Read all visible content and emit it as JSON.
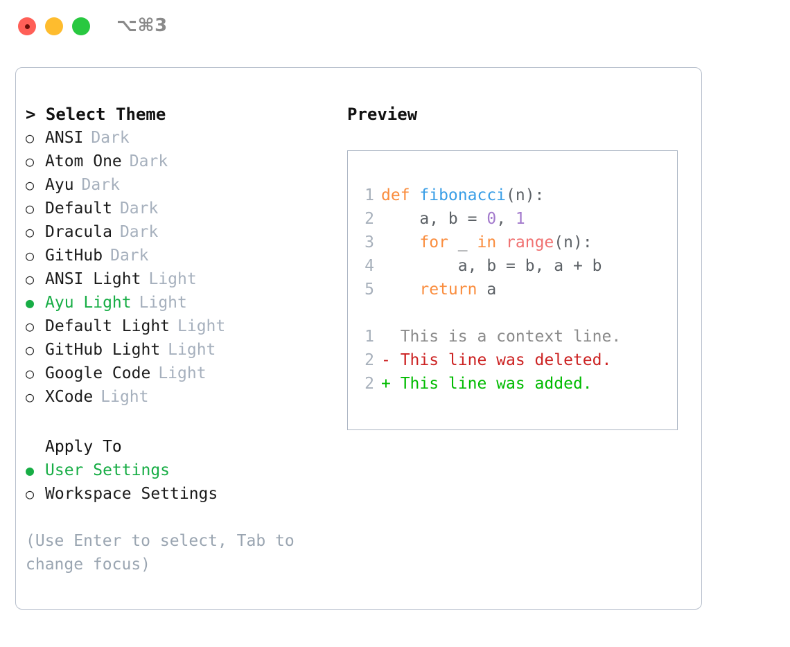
{
  "titlebar": {
    "shortcut": "⌥⌘3",
    "buttons": [
      {
        "name": "close",
        "color": "#ff5f57"
      },
      {
        "name": "minimize",
        "color": "#febc2e"
      },
      {
        "name": "maximize",
        "color": "#28c840"
      }
    ]
  },
  "theme_list": {
    "header": "> Select Theme",
    "items": [
      {
        "marker": "○",
        "label": "ANSI",
        "suffix": "Dark",
        "selected": false
      },
      {
        "marker": "○",
        "label": "Atom One",
        "suffix": "Dark",
        "selected": false
      },
      {
        "marker": "○",
        "label": "Ayu",
        "suffix": "Dark",
        "selected": false
      },
      {
        "marker": "○",
        "label": "Default",
        "suffix": "Dark",
        "selected": false
      },
      {
        "marker": "○",
        "label": "Dracula",
        "suffix": "Dark",
        "selected": false
      },
      {
        "marker": "○",
        "label": "GitHub",
        "suffix": "Dark",
        "selected": false
      },
      {
        "marker": "○",
        "label": "ANSI Light",
        "suffix": "Light",
        "selected": false
      },
      {
        "marker": "●",
        "label": "Ayu Light",
        "suffix": "Light",
        "selected": true
      },
      {
        "marker": "○",
        "label": "Default Light",
        "suffix": "Light",
        "selected": false
      },
      {
        "marker": "○",
        "label": "GitHub Light",
        "suffix": "Light",
        "selected": false
      },
      {
        "marker": "○",
        "label": "Google Code",
        "suffix": "Light",
        "selected": false
      },
      {
        "marker": "○",
        "label": "XCode",
        "suffix": "Light",
        "selected": false
      }
    ]
  },
  "apply_to": {
    "header": "Apply To",
    "items": [
      {
        "marker": "●",
        "label": "User Settings",
        "selected": true
      },
      {
        "marker": "○",
        "label": "Workspace Settings",
        "selected": false
      }
    ]
  },
  "hint": "(Use Enter to select, Tab to change focus)",
  "preview": {
    "title": "Preview",
    "code_lines": [
      {
        "no": "1",
        "tokens": [
          {
            "t": "def ",
            "c": "kw"
          },
          {
            "t": "fibonacci",
            "c": "fn"
          },
          {
            "t": "(n):",
            "c": "punc"
          }
        ]
      },
      {
        "no": "2",
        "tokens": [
          {
            "t": "    a, b = ",
            "c": "txt"
          },
          {
            "t": "0",
            "c": "num"
          },
          {
            "t": ", ",
            "c": "txt"
          },
          {
            "t": "1",
            "c": "num"
          }
        ]
      },
      {
        "no": "3",
        "tokens": [
          {
            "t": "    ",
            "c": "txt"
          },
          {
            "t": "for",
            "c": "kw"
          },
          {
            "t": " _ ",
            "c": "txt"
          },
          {
            "t": "in",
            "c": "kw"
          },
          {
            "t": " ",
            "c": "txt"
          },
          {
            "t": "range",
            "c": "call"
          },
          {
            "t": "(n):",
            "c": "punc"
          }
        ]
      },
      {
        "no": "4",
        "tokens": [
          {
            "t": "        a, b = b, a + b",
            "c": "txt"
          }
        ]
      },
      {
        "no": "5",
        "tokens": [
          {
            "t": "    ",
            "c": "txt"
          },
          {
            "t": "return",
            "c": "kw"
          },
          {
            "t": " a",
            "c": "txt"
          }
        ]
      }
    ],
    "diff_lines": [
      {
        "no": "1",
        "kind": "ctx",
        "text": "  This is a context line."
      },
      {
        "no": "2",
        "kind": "del",
        "text": "- This line was deleted."
      },
      {
        "no": "2",
        "kind": "add",
        "text": "+ This line was added."
      }
    ]
  },
  "colors": {
    "accent_green": "#17ad45",
    "muted": "#a6b0bd",
    "hint": "#9aa5b1",
    "border": "#b7bfcc",
    "kw": "#fa8d3e",
    "fn": "#399ee6",
    "num": "#a37acc",
    "call": "#f07171",
    "diff_add": "#00bb00",
    "diff_del": "#cc2222",
    "diff_ctx": "#8a8a8a"
  }
}
